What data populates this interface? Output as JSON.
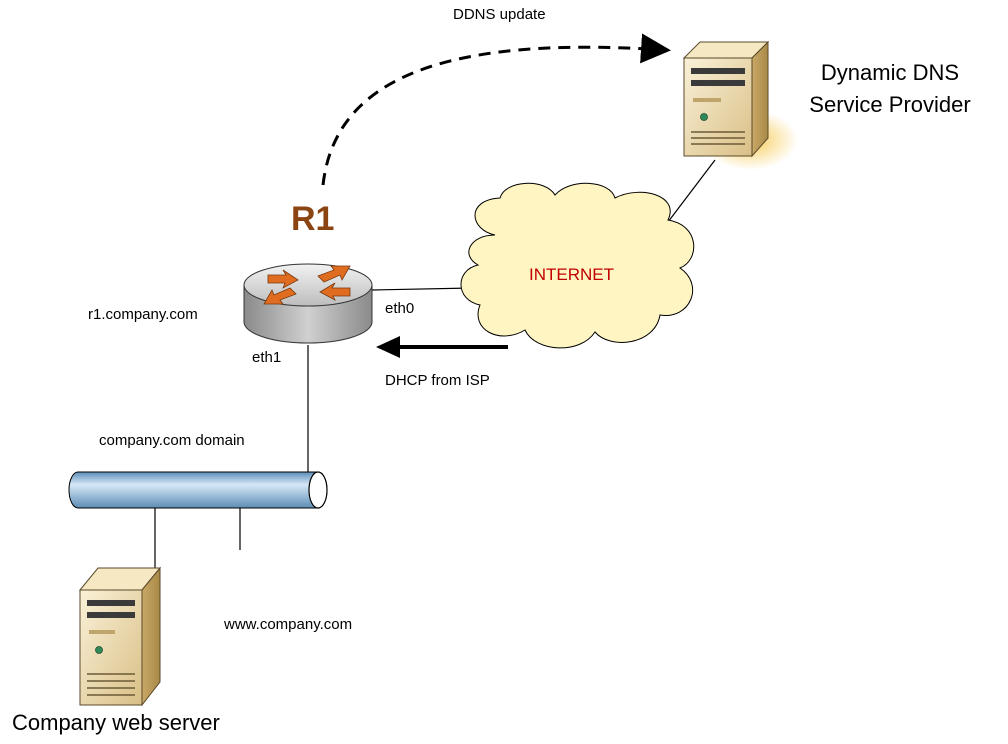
{
  "labels": {
    "ddns_update": "DDNS update",
    "provider_line1": "Dynamic DNS",
    "provider_line2": "Service Provider",
    "router_name": "R1",
    "router_host": "r1.company.com",
    "eth0": "eth0",
    "eth1": "eth1",
    "internet": "INTERNET",
    "dhcp": "DHCP from ISP",
    "domain": "company.com domain",
    "web_host": "www.company.com",
    "web_server": "Company web server"
  },
  "colors": {
    "router_accent": "#E06C1F",
    "r1_text": "#8B4513",
    "internet_text": "#C00000",
    "cloud_fill": "#FFF5C2",
    "pipe_fill": "#9DC3E6",
    "server_fill": "#EEDCAE"
  },
  "icons": [
    "server-icon",
    "router-icon",
    "cloud-icon",
    "network-bus-icon"
  ]
}
